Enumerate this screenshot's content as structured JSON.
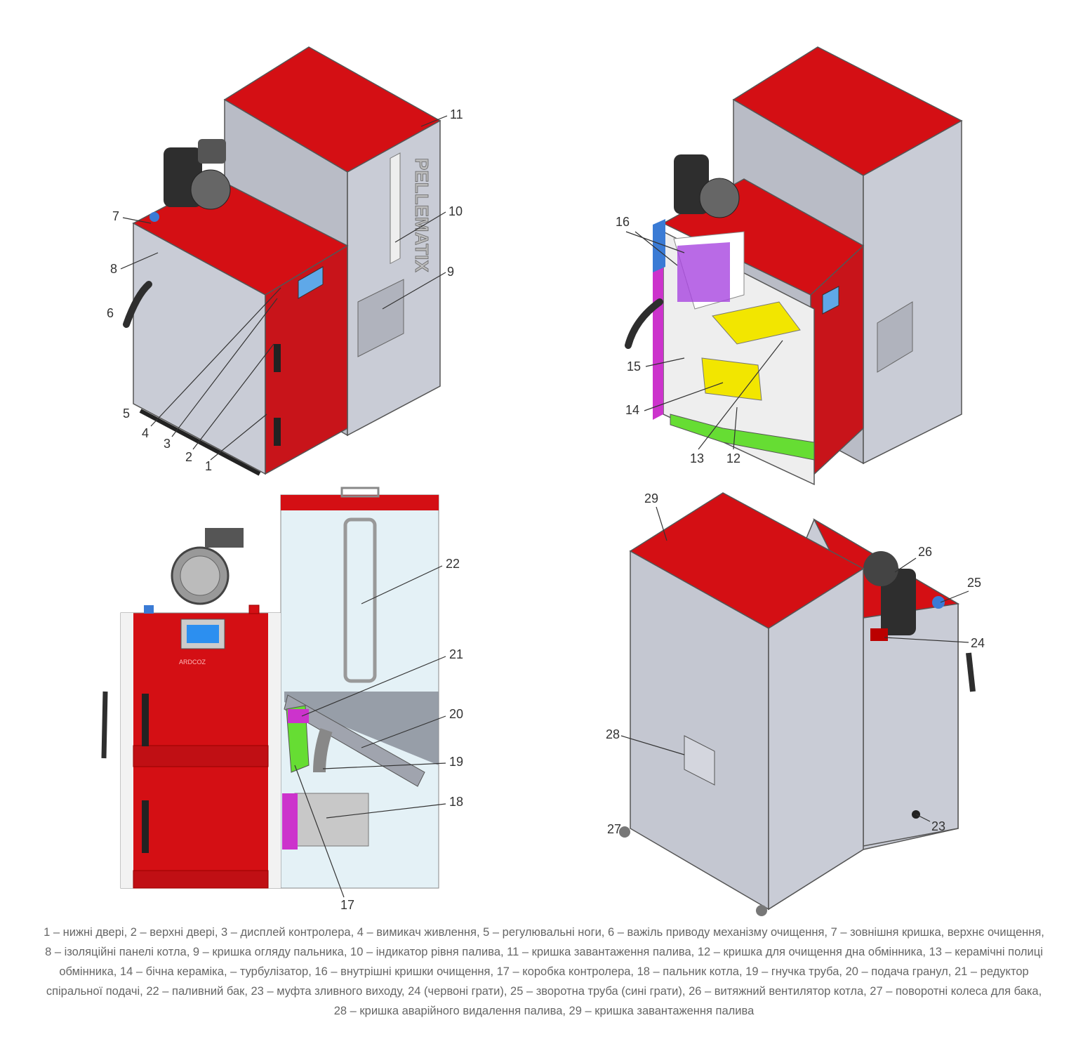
{
  "figure": {
    "logos": {
      "tank_brand": "PELLEMATIX",
      "boiler_brand": "ARDCOZ"
    },
    "colors": {
      "red": "#d40f14",
      "gray": "#c9ccd6",
      "dark": "#2e2e2e",
      "yellow": "#f2e600",
      "green": "#66dd33",
      "magenta": "#cc33cc",
      "blue": "#3a7bd5"
    },
    "labels_view1": [
      "1",
      "2",
      "3",
      "4",
      "5",
      "6",
      "7",
      "8",
      "9",
      "10",
      "11"
    ],
    "labels_view2": [
      "12",
      "13",
      "14",
      "15",
      "16"
    ],
    "labels_view3": [
      "17",
      "18",
      "19",
      "20",
      "21",
      "22"
    ],
    "labels_view4": [
      "23",
      "24",
      "25",
      "26",
      "27",
      "28",
      "29"
    ]
  },
  "caption": "1 – нижні двері, 2 – верхні двері, 3 – дисплей контролера, 4 – вимикач живлення, 5 – регулювальні ноги, 6 – важіль приводу механізму очищення, 7 – зовнішня кришка, верхнє очищення, 8 – ізоляційні панелі котла, 9 – кришка огляду пальника, 10 – індикатор рівня палива, 11 – кришка завантаження палива, 12 – кришка для очищення дна обмінника, 13 – керамічні полиці обмінника, 14 – бічна кераміка, – турбулізатор, 16 – внутрішні кришки очищення, 17 – коробка контролера, 18 – пальник котла, 19 – гнучка труба, 20 – подача гранул, 21 – редуктор спіральної подачі, 22 – паливний бак, 23 – муфта зливного виходу, 24 (червоні грати), 25 – зворотна труба (сині грати), 26 – витяжний вентилятор котла, 27 – поворотні колеса для бака, 28 – кришка аварійного видалення палива, 29 – кришка завантаження палива"
}
